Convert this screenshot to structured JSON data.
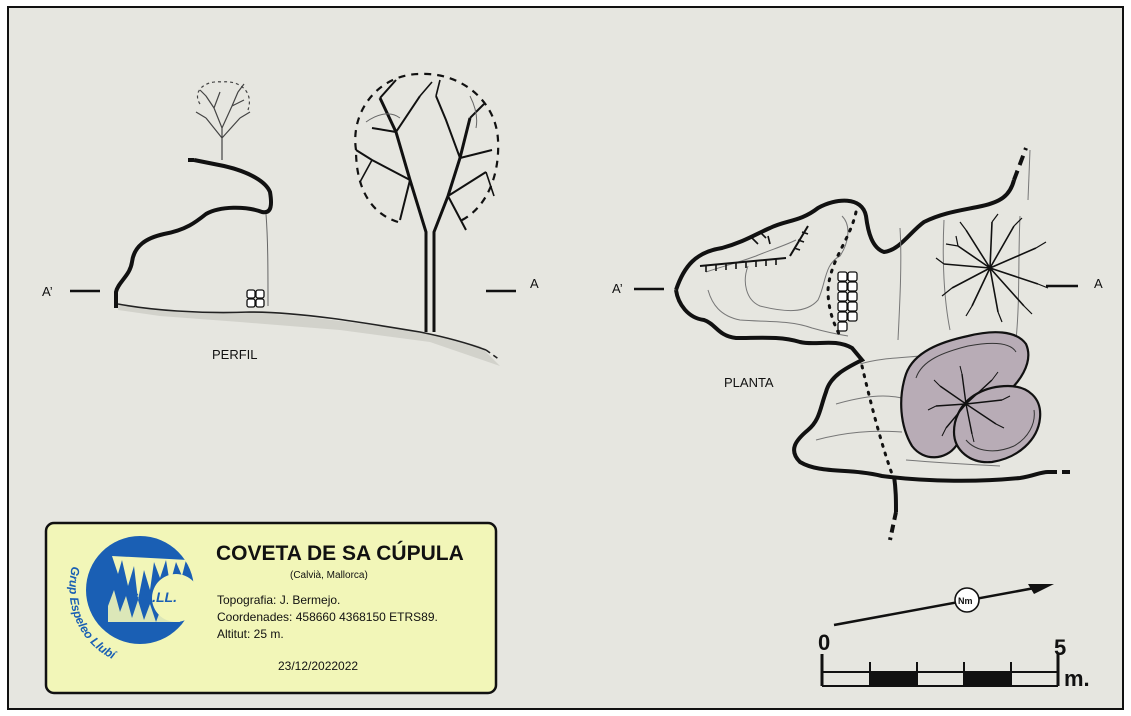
{
  "colors": {
    "sheet_background": "#e6e6e0",
    "legend_background": "#f2f6b8",
    "logo_blue": "#1a5fb4",
    "shaded_area": "#b8acb6"
  },
  "profile": {
    "title": "PERFIL",
    "section_left": "A’",
    "section_right": "A"
  },
  "plan": {
    "title": "PLANTA",
    "section_left": "A’",
    "section_right": "A"
  },
  "legend": {
    "cave_name": "COVETA DE SA CÚPULA",
    "location": "(Calvià, Mallorca)",
    "logo_acronym": "G.E.LL.",
    "logo_ring_text": "Grup Espeleo Llubí",
    "survey": "Topografia: J. Bermejo.",
    "coordinates": "Coordenades: 458660 4368150 ETRS89.",
    "altitude": "Altitut: 25 m.",
    "date": "23/12/2022022"
  },
  "north_arrow": {
    "label": "Nm",
    "icon": "north-arrow-icon"
  },
  "scale_bar": {
    "start_label": "0",
    "end_label": "5",
    "unit": "m.",
    "length_m": 5
  }
}
